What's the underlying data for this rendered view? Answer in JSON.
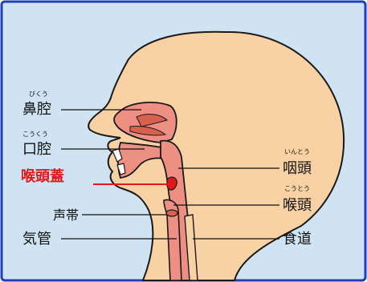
{
  "colors": {
    "frame_border": "#1d3fb8",
    "panel_background": "#cfe3f2",
    "skin": "#f8d1a4",
    "skin_outline": "#1a1a1a",
    "tract": "#ee8f83",
    "tract_dark": "#d8604f",
    "highlight": "#e0191b"
  },
  "labels": {
    "nasal_cavity": {
      "text": "鼻腔",
      "reading": "びくう"
    },
    "oral_cavity": {
      "text": "口腔",
      "reading": "こうくう"
    },
    "epiglottis": {
      "text": "喉頭蓋"
    },
    "vocal_cords": {
      "text": "声帯"
    },
    "trachea": {
      "text": "気管"
    },
    "pharynx": {
      "text": "咽頭",
      "reading": "いんとう"
    },
    "larynx": {
      "text": "喉頭",
      "reading": "こうとう"
    },
    "esophagus": {
      "text": "食道"
    }
  }
}
